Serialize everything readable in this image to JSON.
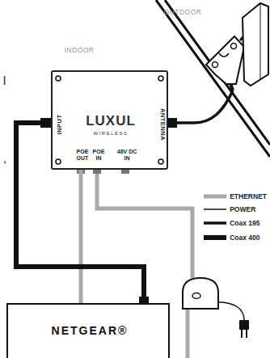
{
  "diagram": {
    "nodes": [
      {
        "text": [
          "LUXUL",
          "WIRELESS",
          "INPUT",
          "ANTENNA",
          "POE OUT",
          "POE IN",
          "48V DC IN"
        ]
      },
      {
        "text": [
          "NETGEAR®"
        ]
      }
    ],
    "edges": [
      {
        "from": 0,
        "to": 1,
        "arrow": "none"
      },
      {
        "from": 0,
        "to": 1,
        "arrow": "none"
      }
    ],
    "labels": [
      "OUTDOOR",
      "INDOOR",
      "l",
      ","
    ],
    "legend": [
      {
        "text": "ETHERNET"
      },
      {
        "text": "POWER"
      },
      {
        "text": "Coax 195"
      },
      {
        "text": "Coax 400"
      }
    ]
  }
}
